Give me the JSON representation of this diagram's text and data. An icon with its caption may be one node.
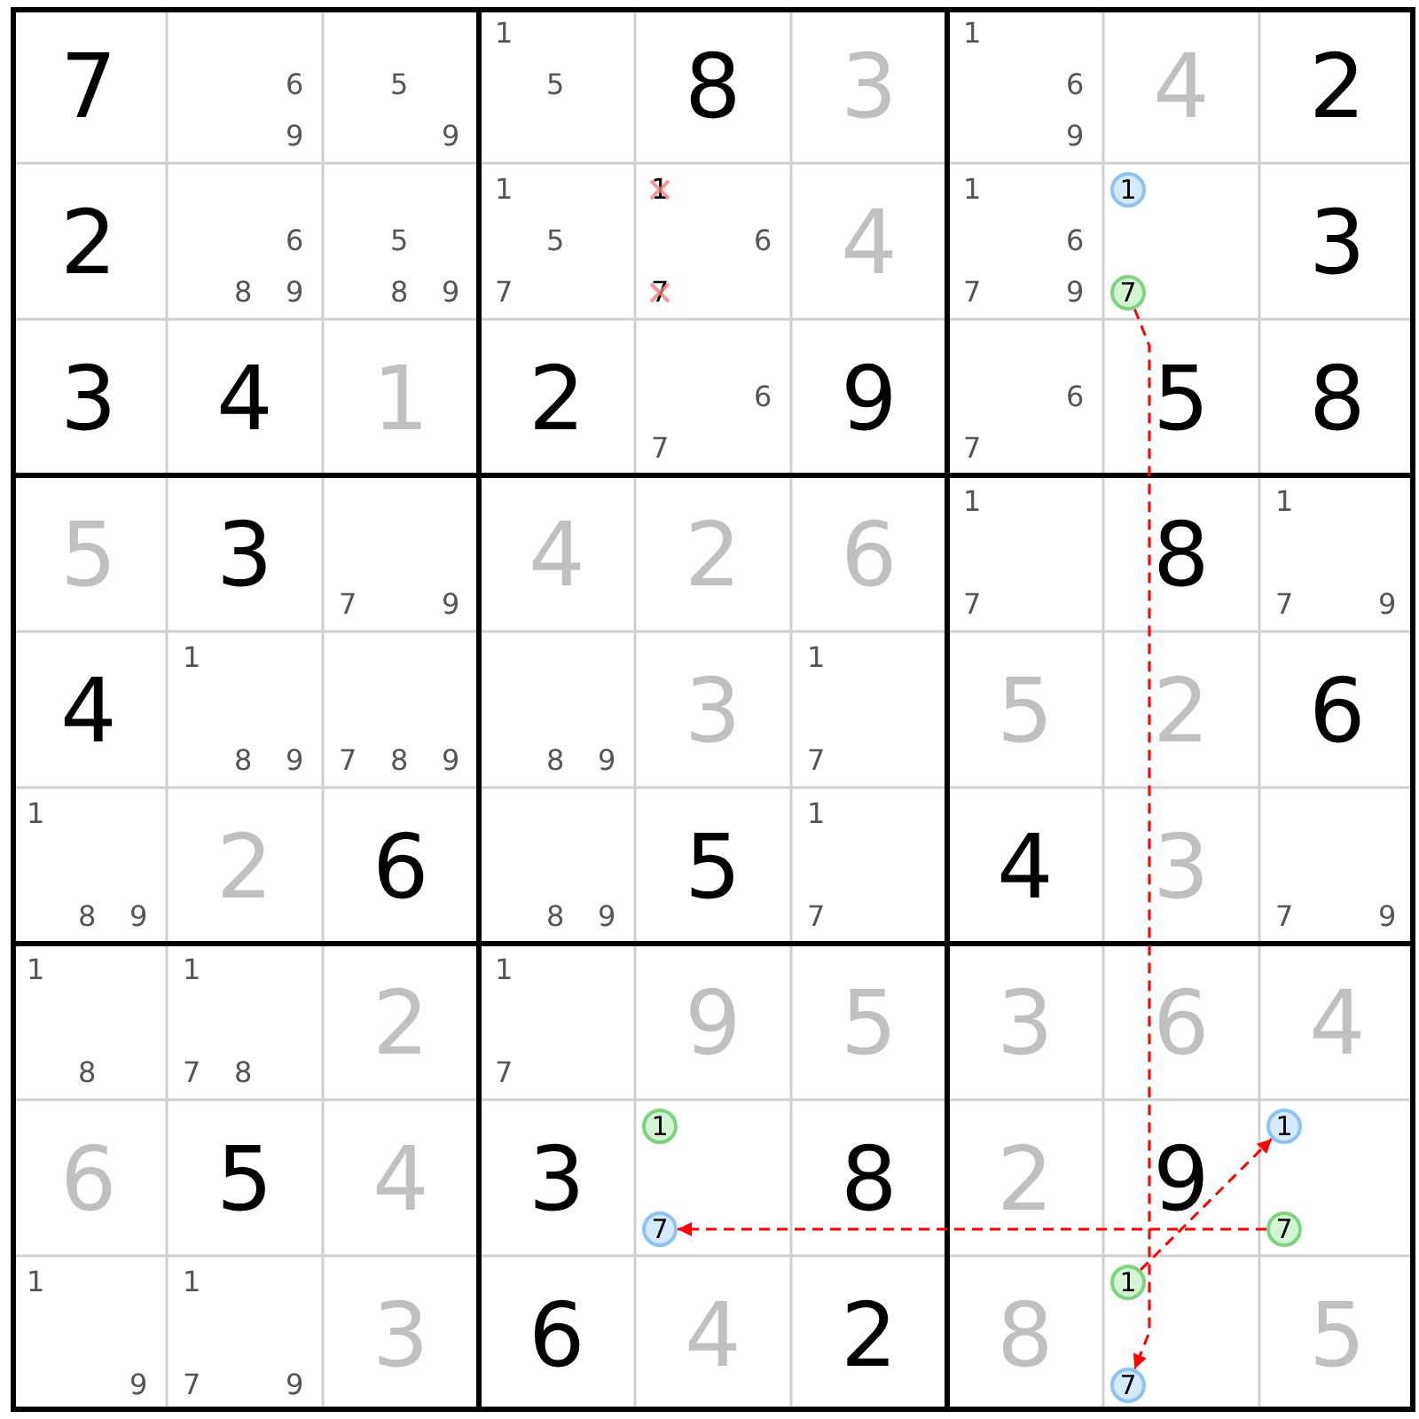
{
  "diagram": {
    "nodes": [
      {
        "text": [
          "1"
        ]
      },
      {
        "text": [
          "7"
        ]
      },
      {
        "text": [
          "1"
        ]
      },
      {
        "text": [
          "7"
        ]
      },
      {
        "text": [
          "1"
        ]
      },
      {
        "text": [
          "7"
        ]
      },
      {
        "text": [
          "1"
        ]
      },
      {
        "text": [
          "7"
        ]
      }
    ],
    "edges": [
      {
        "from": 1,
        "to": 7,
        "arrow": "to",
        "style": "dashed",
        "color": "#ff0000"
      },
      {
        "from": 5,
        "to": 3,
        "arrow": "to",
        "style": "dashed",
        "color": "#ff0000"
      },
      {
        "from": 6,
        "to": 4,
        "arrow": "to",
        "style": "dashed",
        "color": "#ff0000"
      }
    ],
    "labels": [
      "7",
      "6",
      "9",
      "5",
      "9",
      "1",
      "5",
      "8",
      "3",
      "1",
      "6",
      "9",
      "4",
      "2",
      "2",
      "6",
      "8",
      "9",
      "5",
      "8",
      "9",
      "1",
      "5",
      "7",
      "1",
      "6",
      "7",
      "4",
      "1",
      "6",
      "7",
      "9",
      "3",
      "3",
      "4",
      "1",
      "2",
      "6",
      "7",
      "9",
      "6",
      "7",
      "5",
      "8",
      "5",
      "3",
      "7",
      "9",
      "4",
      "2",
      "6",
      "1",
      "7",
      "8",
      "1",
      "7",
      "9",
      "4",
      "1",
      "8",
      "9",
      "7",
      "8",
      "9",
      "8",
      "9",
      "3",
      "1",
      "7",
      "5",
      "2",
      "6",
      "1",
      "8",
      "9",
      "2",
      "6",
      "8",
      "9",
      "5",
      "1",
      "7",
      "4",
      "3",
      "7",
      "9",
      "1",
      "8",
      "1",
      "7",
      "8",
      "2",
      "1",
      "7",
      "9",
      "5",
      "3",
      "6",
      "4",
      "6",
      "5",
      "4",
      "3",
      "8",
      "2",
      "9",
      "1",
      "9",
      "1",
      "7",
      "9",
      "3",
      "6",
      "4",
      "2",
      "8",
      "5"
    ]
  }
}
